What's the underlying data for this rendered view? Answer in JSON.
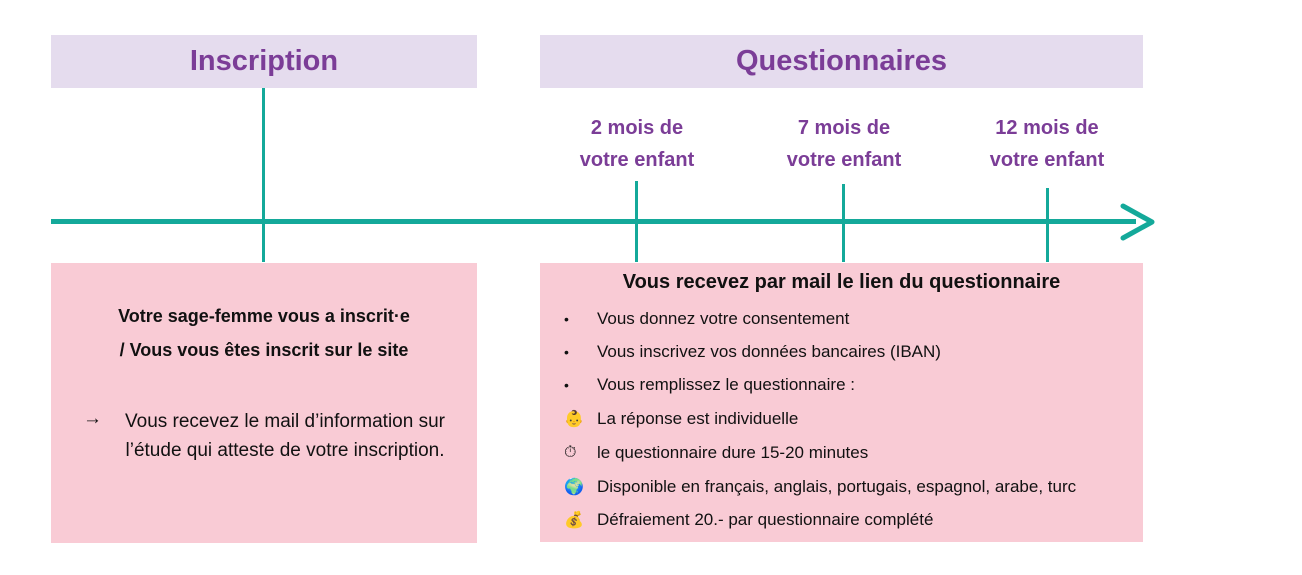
{
  "headers": {
    "inscription": "Inscription",
    "questionnaires": "Questionnaires"
  },
  "milestones": [
    {
      "line1": "2 mois de",
      "line2": "votre enfant"
    },
    {
      "line1": "7 mois de",
      "line2": "votre enfant"
    },
    {
      "line1": "12 mois de",
      "line2": "votre enfant"
    }
  ],
  "left_box": {
    "line1": "Votre sage-femme vous a inscrit·e",
    "line2": "/ Vous vous êtes inscrit sur le site",
    "arrow": "→",
    "info": "Vous recevez le mail d’information sur l’étude qui atteste de votre inscription."
  },
  "right_box": {
    "title": "Vous recevez par mail le lien du questionnaire",
    "bullet_symbol": "•",
    "bullets": [
      "Vous donnez votre consentement",
      "Vous inscrivez vos données bancaires (IBAN)",
      "Vous remplissez le questionnaire :"
    ],
    "details": [
      {
        "icon": "baby-icon",
        "emoji": "👶",
        "text": "La réponse est individuelle"
      },
      {
        "icon": "stopwatch-icon",
        "emoji": "⏱",
        "text": "le questionnaire dure 15-20 minutes"
      },
      {
        "icon": "globe-icon",
        "emoji": "🌍",
        "text": "Disponible en français, anglais, portugais, espagnol, arabe, turc"
      },
      {
        "icon": "money-bag-icon",
        "emoji": "💰",
        "text": "Défraiement 20.- par questionnaire complété"
      }
    ]
  },
  "colors": {
    "accent": "#14a99a",
    "header_bg": "#e5dcee",
    "header_text": "#7b3d97",
    "box_bg": "#f9cbd5"
  }
}
